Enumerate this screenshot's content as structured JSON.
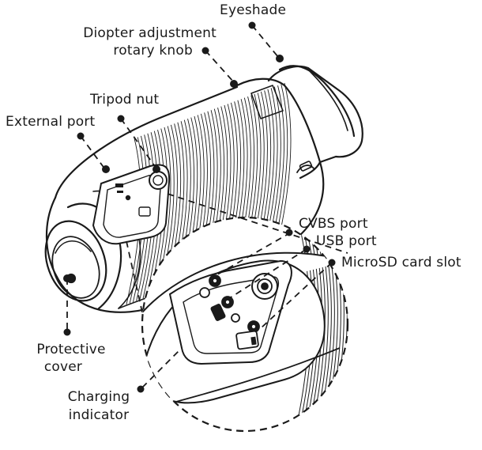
{
  "labels": {
    "eyeshade": "Eyeshade",
    "diopter_line1": "Diopter adjustment",
    "diopter_line2": "rotary knob",
    "tripod_nut": "Tripod nut",
    "external_port": "External port",
    "cvbs_port": "CVBS port",
    "usb_port": "USB port",
    "microsd_slot": "MicroSD card slot",
    "protective_line1": "Protective",
    "protective_line2": "cover",
    "charging_line1": "Charging",
    "charging_line2": "indicator"
  },
  "icons": {
    "device": "thermal-monocular-illustration",
    "port_panel": "port-panel-detail"
  },
  "colors": {
    "ink": "#1a1a1a",
    "background": "#ffffff"
  }
}
